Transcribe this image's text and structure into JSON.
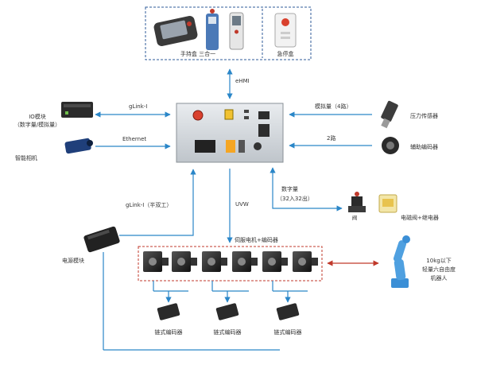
{
  "pendants": {
    "handheld_label": "手持盒 三合一",
    "estop_label": "急停盒"
  },
  "links": {
    "ehmi": "eHMI",
    "glink_top": "gLink-I",
    "ethernet": "Ethernet",
    "analog": "模拟量（4路）",
    "two_way": "2路",
    "digital_line1": "数字量",
    "digital_line2": "（32入32出）",
    "glink_half": "gLink-I（半双工）",
    "uvw": "UVW",
    "servo": "伺服电机+编码器"
  },
  "devices": {
    "io_line1": "IO模块",
    "io_line2": "（数字量/模拟量）",
    "camera": "智能相机",
    "pressure": "压力传感器",
    "aux_encoder": "辅助编码器",
    "valve_relay": "电磁阀+继电器",
    "power": "电源模块",
    "robot_line1": "10kg以下",
    "robot_line2": "轻量六自由度",
    "robot_line3": "机器人",
    "encoder_1": "链式编码器",
    "encoder_2": "链式编码器",
    "encoder_3": "链式编码器"
  },
  "colors": {
    "arrow": "#2a86c8",
    "dashed_box": "#2f5b9a",
    "servo_box": "#c0392b",
    "bidir_arrow": "#c0392b"
  }
}
